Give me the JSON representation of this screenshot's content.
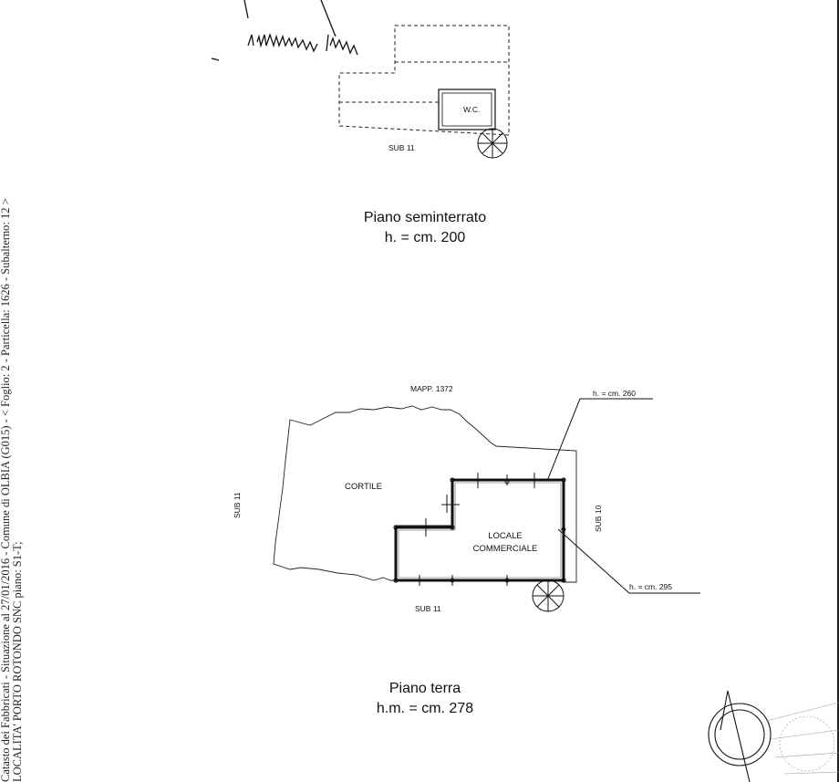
{
  "margin_note": {
    "line1": "Catasto dei Fabbricati - Situazione al 27/01/2016 - Comune di OLBIA (G015) - < Foglio: 2 - Particella: 1626 - Subalterno: 12 >",
    "line2": "LOCALITA' PORTO ROTONDO SNC piano: S1-T;"
  },
  "basement": {
    "wc_label": "W.C.",
    "sub_label": "SUB 11",
    "caption_title": "Piano seminterrato",
    "caption_height": "h. = cm. 200"
  },
  "ground": {
    "mapp_label": "MAPP. 1372",
    "height_top": "h. = cm. 260",
    "height_right": "h. = cm. 295",
    "cortile_label": "CORTILE",
    "locale_line1": "LOCALE",
    "locale_line2": "COMMERCIALE",
    "sub_left": "SUB 11",
    "sub_right": "SUB 10",
    "sub_bottom": "SUB 11",
    "caption_title": "Piano terra",
    "caption_height": "h.m. = cm. 278"
  },
  "colors": {
    "ink": "#111111",
    "paper": "#ffffff"
  }
}
